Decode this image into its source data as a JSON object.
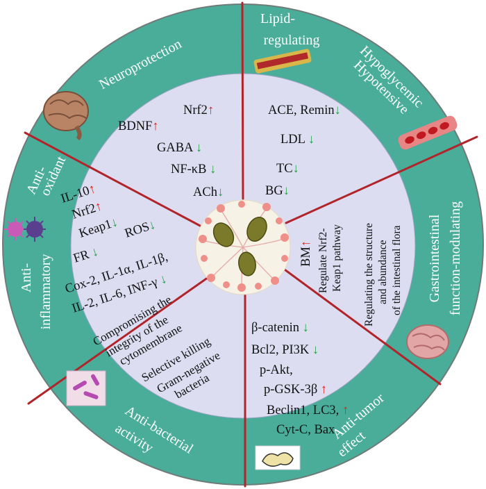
{
  "colors": {
    "outer_ring": "#4aad9a",
    "inner_disc": "#dcddf0",
    "divider": "#b1242a",
    "up_arrow": "#e0201c",
    "down_arrow": "#27a14a"
  },
  "sectors": {
    "neuroprotection": {
      "title": "Neuroprotection",
      "markers": [
        {
          "text": "BDNF",
          "dir": "up"
        },
        {
          "text": "Nrf2",
          "dir": "up"
        },
        {
          "text": "GABA",
          "dir": "down"
        },
        {
          "text": "NF-κB",
          "dir": "down"
        },
        {
          "text": "ACh",
          "dir": "down"
        }
      ]
    },
    "metabolic": {
      "title_lipid_1": "Lipid-",
      "title_lipid_2": "regulating",
      "title_hypo_1": "Hypoglycemic",
      "title_hypo_2": "Hypotensive",
      "markers": [
        {
          "text": "ACE, Remin",
          "dir": "down"
        },
        {
          "text": "LDL",
          "dir": "down"
        },
        {
          "text": "TC",
          "dir": "down"
        },
        {
          "text": "BG",
          "dir": "down"
        }
      ]
    },
    "gastrointestinal": {
      "title_1": "Gastrointestinal",
      "title_2": "function-modulating",
      "lines": [
        "Regulating the structure",
        "and abundance",
        "of the intestinal flora"
      ]
    },
    "antitumor": {
      "title_1": "Anti-tumor",
      "title_2": "effect",
      "markers": [
        {
          "text": "β-catenin",
          "dir": "down"
        },
        {
          "text": "Bcl2, PI3K",
          "dir": "down"
        },
        {
          "text": "p-Akt,",
          "dir": ""
        },
        {
          "text": "p-GSK-3β",
          "dir": "up"
        },
        {
          "text": "Beclin1, LC3,",
          "dir": "up"
        },
        {
          "text": "Cyt-C, Bax",
          "dir": ""
        }
      ],
      "bm": {
        "text": "BM",
        "dir": "up"
      },
      "nrf2_line1": "Regulate Nrf2-",
      "nrf2_line2": "Keap1 pathway"
    },
    "antibacterial": {
      "title_1": "Anti-bacterial",
      "title_2": "activity",
      "lines": [
        "Compromising the",
        "integrity of the",
        "cytomembrane",
        "Selective killing",
        "Gram-negative",
        "bacteria"
      ]
    },
    "antiinflammatory": {
      "title_1": "Anti-",
      "title_2": "inflammatory",
      "markers": [
        {
          "text": "FR",
          "dir": "down"
        },
        {
          "text": "ROS",
          "dir": "down"
        },
        {
          "text": "Cox-2, IL-1α, IL-1β,",
          "dir": ""
        },
        {
          "text": "IL-2, IL-6, INF-γ",
          "dir": "down"
        }
      ]
    },
    "antioxidant": {
      "title_1": "Anti-",
      "title_2": "oxidant",
      "markers": [
        {
          "text": "IL-10",
          "dir": "up"
        },
        {
          "text": "Nrf2",
          "dir": "up"
        },
        {
          "text": "Keap1",
          "dir": "down"
        }
      ]
    }
  },
  "icons": [
    "brain-icon",
    "artery-plaque-icon",
    "blood-vessel-icon",
    "intestine-icon",
    "tumor-cell-icon",
    "bacteria-icon",
    "virus-icon",
    "plant-seed-icon"
  ]
}
